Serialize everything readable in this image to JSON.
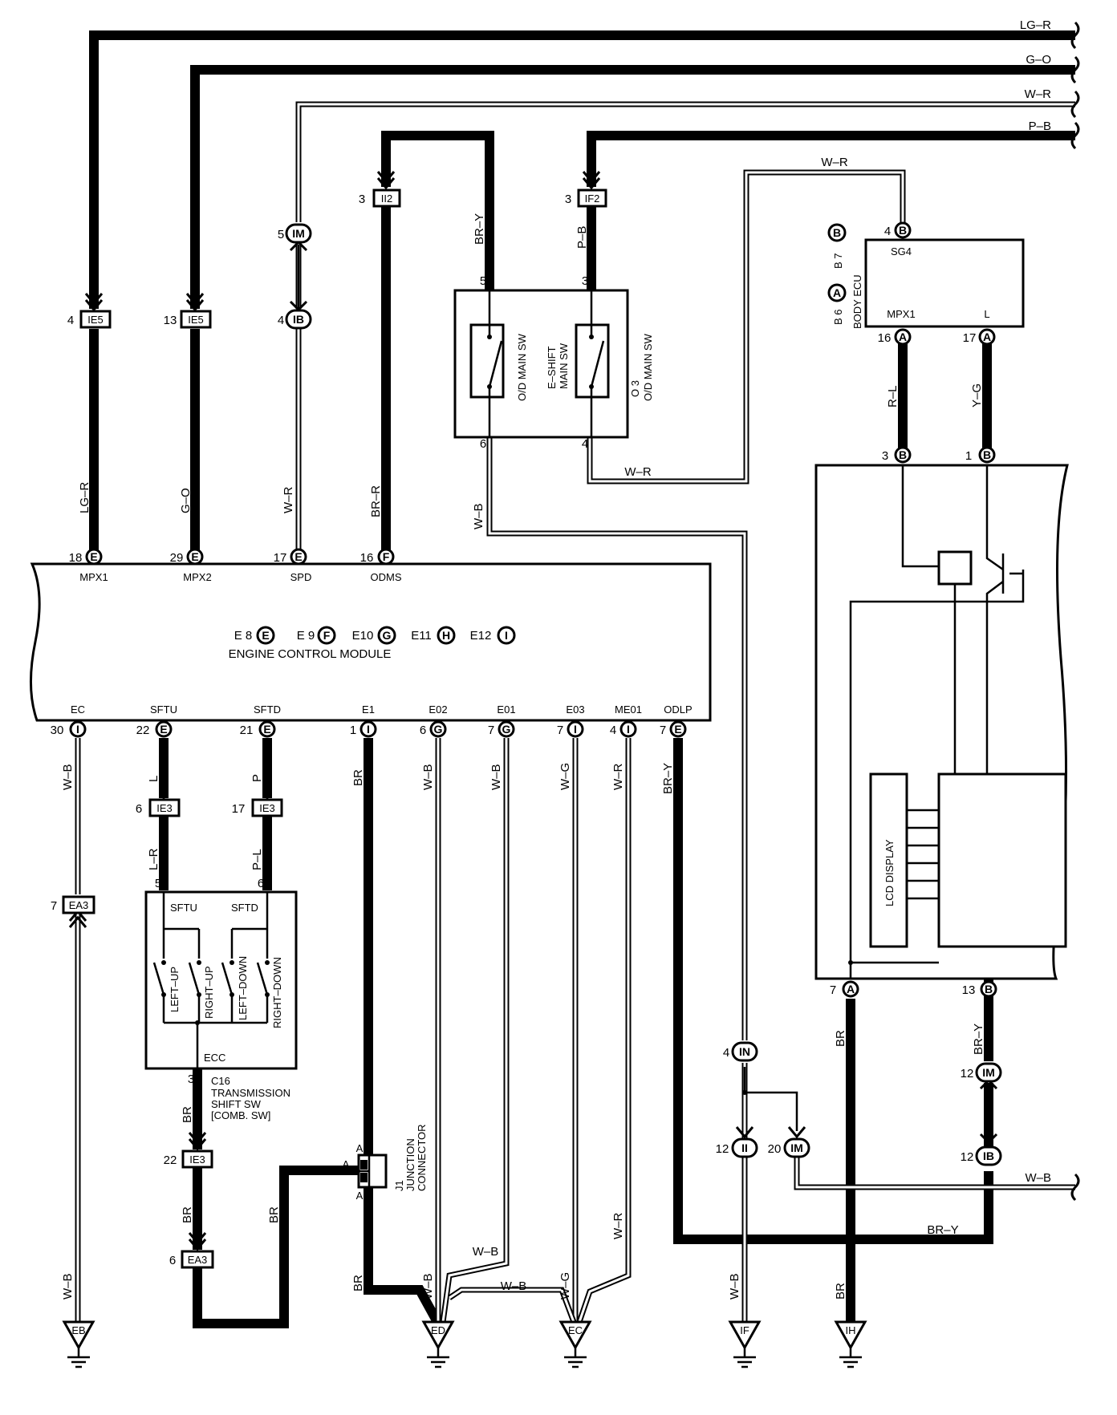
{
  "wire_colors": {
    "lg_r": "LG–R",
    "g_o": "G–O",
    "w_r": "W–R",
    "p_b": "P–B",
    "br_y": "BR–Y",
    "br_r": "BR–R",
    "r_l": "R–L",
    "y_g": "Y–G",
    "w_b": "W–B",
    "l": "L",
    "p": "P",
    "l_r": "L–R",
    "p_l": "P–L",
    "br": "BR",
    "w_g": "W–G"
  },
  "connectors": {
    "ie5": "IE5",
    "ib": "IB",
    "im": "IM",
    "ii2": "II2",
    "if2": "IF2",
    "ie3": "IE3",
    "ea3": "EA3",
    "in": "IN",
    "ii": "II",
    "a": "A",
    "b": "B",
    "e": "E",
    "f": "F",
    "g": "G",
    "i": "I",
    "h": "H"
  },
  "pins": {
    "p3": "3",
    "p4": "4",
    "p5": "5",
    "p6": "6",
    "p7": "7",
    "p12": "12",
    "p13": "13",
    "p16": "16",
    "p17": "17",
    "p18": "18",
    "p20": "20",
    "p21": "21",
    "p22": "22",
    "p29": "29",
    "p30": "30",
    "p1": "1"
  },
  "ecm": {
    "terminals_top": [
      "MPX1",
      "MPX2",
      "SPD",
      "ODMS"
    ],
    "terminals_bottom": [
      "EC",
      "SFTU",
      "SFTD",
      "E1",
      "E02",
      "E01",
      "E03",
      "ME01",
      "ODLP"
    ],
    "connector_list": [
      "E 8",
      "E 9",
      "E10",
      "E11",
      "E12"
    ],
    "name": "ENGINE CONTROL MODULE"
  },
  "odsw": {
    "sw1": "O/D MAIN SW",
    "sw2a": "E–SHIFT",
    "sw2b": "MAIN SW",
    "code": "O 3",
    "name": "O/D MAIN SW"
  },
  "body_ecu": {
    "sg4": "SG4",
    "mpx1": "MPX1",
    "l": "L",
    "name": "BODY ECU",
    "conn_b": "B 7",
    "conn_a": "B 6"
  },
  "meter": {
    "lcd": "LCD DISPLAY"
  },
  "shift_sw": {
    "sftu": "SFTU",
    "sftd": "SFTD",
    "ecc": "ECC",
    "sws": [
      "LEFT–UP",
      "RIGHT–UP",
      "LEFT–DOWN",
      "RIGHT–DOWN"
    ],
    "code": "C16",
    "name1": "TRANSMISSION",
    "name2": "SHIFT SW",
    "name3": "[COMB. SW]"
  },
  "junction": {
    "code": "J1",
    "name1": "JUNCTION",
    "name2": "CONNECTOR"
  },
  "grounds": [
    "EB",
    "ED",
    "EC",
    "IF",
    "IH"
  ]
}
